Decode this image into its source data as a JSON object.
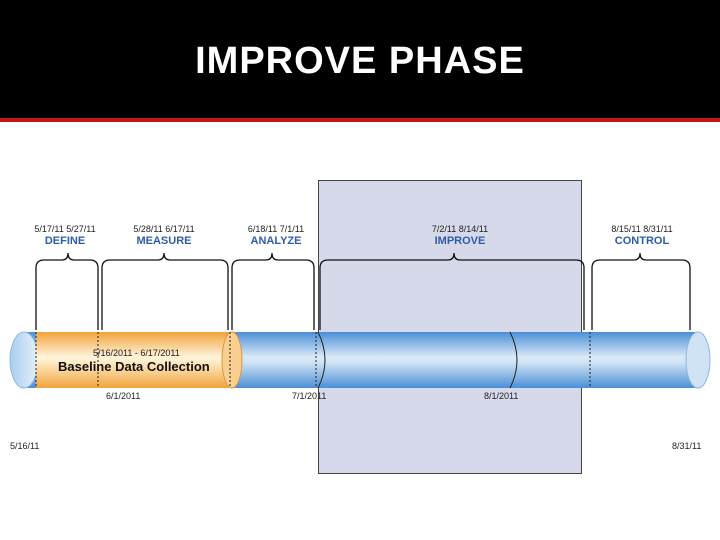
{
  "slide": {
    "title": "IMPROVE PHASE"
  },
  "phases": [
    {
      "dates": "5/17/11   5/27/11",
      "name": "DEFINE"
    },
    {
      "dates": "5/28/11   6/17/11",
      "name": "MEASURE"
    },
    {
      "dates": "6/18/11   7/1/11",
      "name": "ANALYZE"
    },
    {
      "dates": "7/2/11   8/14/11",
      "name": "IMPROVE"
    },
    {
      "dates": "8/15/11   8/31/11",
      "name": "CONTROL"
    }
  ],
  "baseline": {
    "range": "5/16/2011 - 6/17/2011",
    "label": "Baseline Data Collection"
  },
  "timeline_marks": [
    "6/1/2011",
    "7/1/2011",
    "8/1/2011"
  ],
  "timeline_ends": {
    "start": "5/16/11",
    "end": "8/31/11"
  },
  "colors": {
    "header_bg": "#000000",
    "accent_line": "#c01818",
    "phase_text": "#2e5da8",
    "highlight_fill": "#d5d9ea",
    "baseline_fill": "#f7b955",
    "bar_fill": "#7fb2e0"
  }
}
